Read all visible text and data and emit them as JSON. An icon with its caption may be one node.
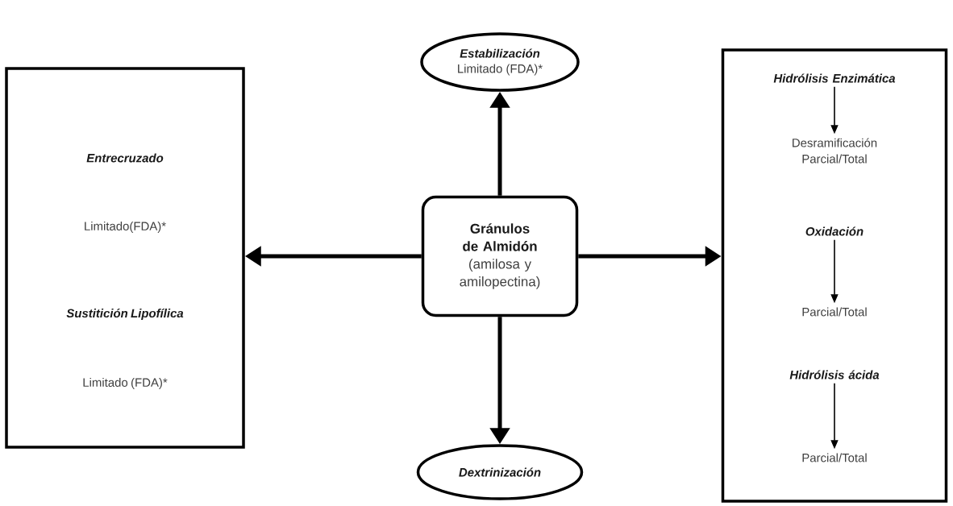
{
  "diagram": {
    "nodes": [
      {
        "text": [
          "Gránulos de Almidón",
          "(amilosa y amilopectina)"
        ]
      },
      {
        "text": [
          "Estabilización",
          "Limitado (FDA)*"
        ]
      },
      {
        "text": [
          "Dextrinización"
        ]
      },
      {
        "text": [
          "Entrecruzado",
          "Limitado(FDA)*",
          "Sustitición Lipofílica",
          "Limitado (FDA)*"
        ]
      },
      {
        "text": [],
        "shape": "box"
      },
      {
        "text": [
          "Hidrólisis Enzimática"
        ],
        "in": 4
      },
      {
        "text": [
          "Desramificación Parcial/Total"
        ],
        "in": 4
      },
      {
        "text": [
          "Oxidación"
        ],
        "in": 4
      },
      {
        "text": [
          "Parcial/Total"
        ],
        "in": 4
      },
      {
        "text": [
          "Hidrólisis ácida"
        ],
        "in": 4
      },
      {
        "text": [
          "Parcial/Total"
        ],
        "in": 4
      }
    ],
    "edges": [
      {
        "from": 0,
        "to": 1,
        "arrow": "to"
      },
      {
        "from": 0,
        "to": 3,
        "arrow": "to"
      },
      {
        "from": 0,
        "to": 4,
        "arrow": "to"
      },
      {
        "from": 0,
        "to": 2,
        "arrow": "to"
      },
      {
        "from": 5,
        "to": 6,
        "arrow": "to"
      },
      {
        "from": 7,
        "to": 8,
        "arrow": "to"
      },
      {
        "from": 9,
        "to": 10,
        "arrow": "to"
      }
    ]
  }
}
